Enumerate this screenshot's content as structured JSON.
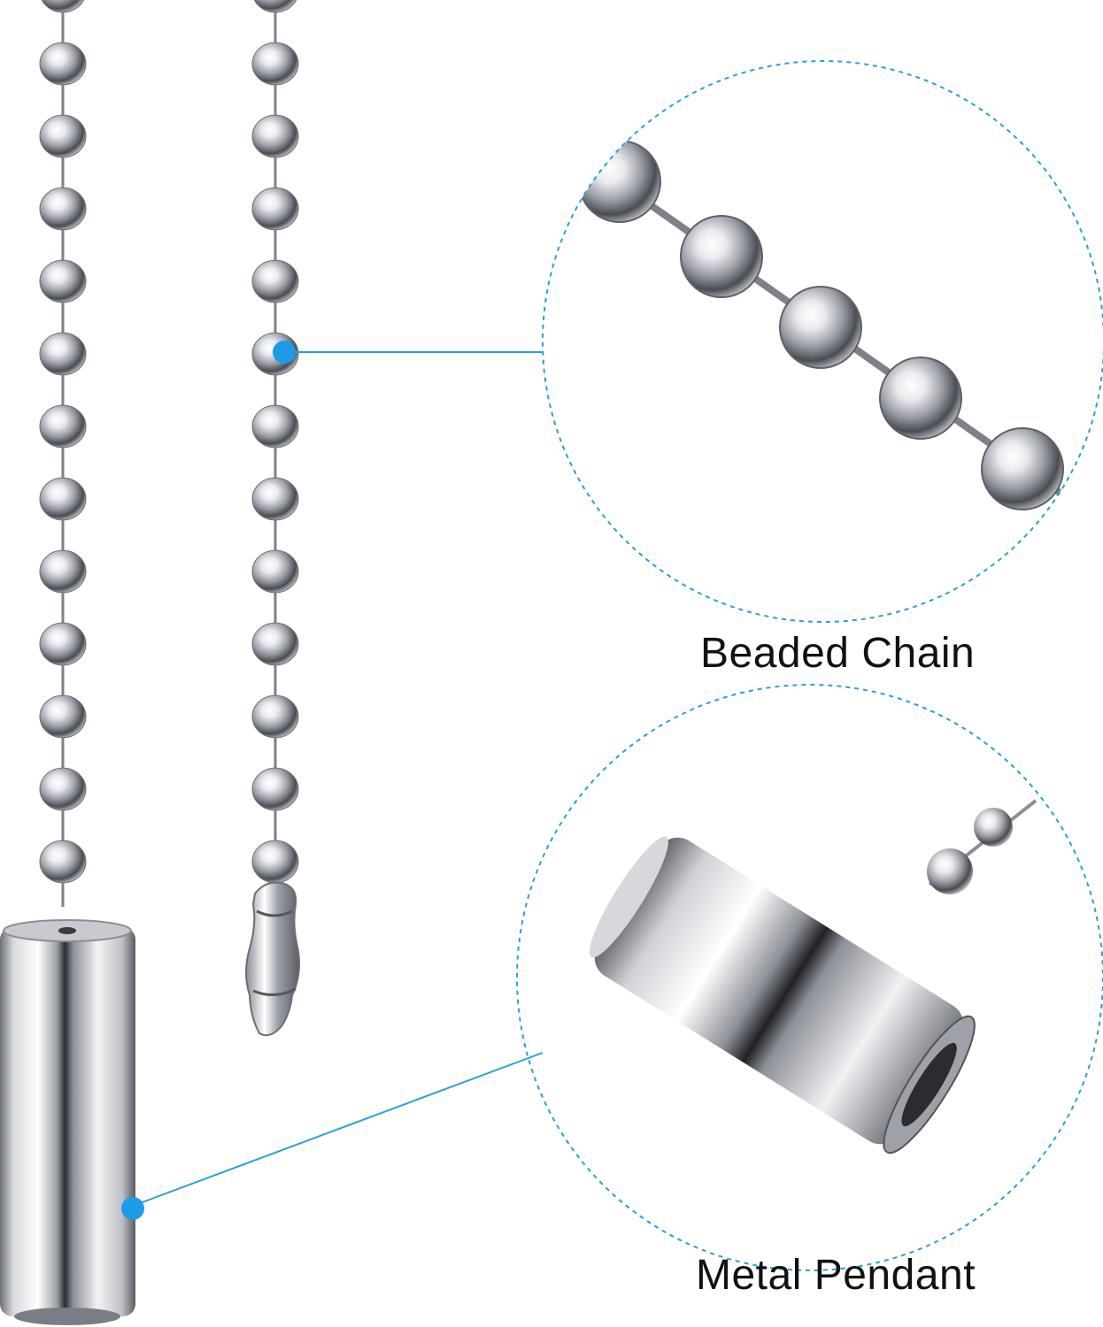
{
  "callouts": [
    {
      "id": "chain",
      "label": "Beaded Chain",
      "marker_color": "#1e9be6",
      "line_color": "#2b9fd9"
    },
    {
      "id": "pendant",
      "label": "Metal Pendant",
      "marker_color": "#1e9be6",
      "line_color": "#2b9fd9"
    }
  ],
  "colors": {
    "background": "#ffffff",
    "metal_light": "#f4f4f6",
    "metal_mid": "#b9bbc1",
    "metal_dark": "#3a3c42",
    "circle_border": "#2b9fd9"
  },
  "icons": [
    "beaded-chain-image",
    "metal-pendant-image",
    "callout-marker-icon"
  ]
}
